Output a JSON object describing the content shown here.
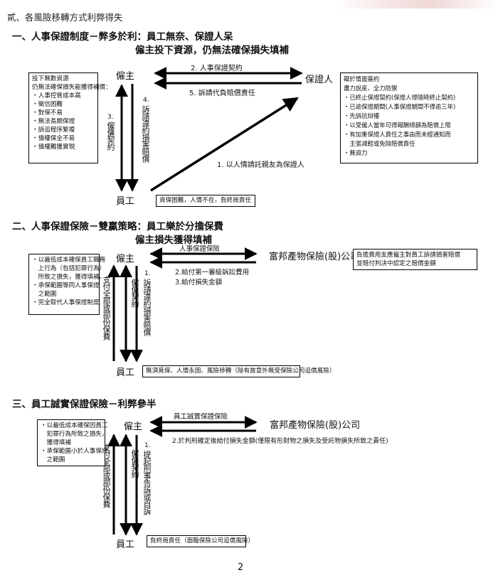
{
  "header": {
    "section_title": "貳、各風險移轉方式利弊得失"
  },
  "section1": {
    "title": "一、人事保證制度－弊多於利：員工無奈、保證人呆",
    "subtitle": "僱主投下資源，仍無法確保損失填補",
    "employer": "僱主",
    "guarantor": "保證人",
    "employee": "員工",
    "arrow_2": "2. 人事保證契約",
    "arrow_5": "5. 訴請代負賠償責任",
    "arrow_1": "1. 以人情請託親友為保證人",
    "arrow_3": "3.",
    "arrow_3_text": "僱傭契約",
    "arrow_4": "4.",
    "arrow_4_text": "訴請違約損害賠償",
    "left_box": {
      "lines": [
        "投下無數資源",
        "仍無法確保損失能獲得補償：",
        "・人事控管成本高",
        "・徵信困難",
        "・對保不易",
        "・無法長期保證",
        "・訴追程序繁複",
        "・債權保全不易",
        "・債權難獲實現"
      ]
    },
    "right_box": {
      "lines": [
        "礙於情面簽約",
        "盡力說産、全力防禦",
        "・已終止保證契約(保證人得隨時終止契約)",
        "・已逾保證期間(人事保證期間不得逾三年)",
        "・先訴抗辯權",
        "・以受僱人當年可得報酬總額為賠償上限",
        "・有加重保證人責任之事由而未經通知而",
        "　主張減輕或免除賠償責任",
        "・無資力"
      ]
    },
    "employee_box": "資保困難，人情不在，負終局責任"
  },
  "section2": {
    "title": "二、人事保證保險－雙贏策略：員工樂於分擔保費",
    "subtitle": "僱主損失獲得填補",
    "employer": "僱主",
    "insurer": "富邦產物保險(股)公司",
    "employee": "員工",
    "arrow_top": "人事保證保險",
    "arrow_2": "2.給付第一審級訴訟費用",
    "arrow_3": "3.給付損失金額",
    "arrow_1": "1.",
    "arrow_1_text": "訴請違約損害賠償",
    "left_vert_text": "支付全部或部份保費",
    "contract_text": "僱傭契約",
    "left_box": {
      "lines": [
        "・以最低成本確保員工職務",
        "　上行為（包括犯罪行為）",
        "　所致之損失，獲得填補。",
        "・承保範圍等同人事保證",
        "　之範圍",
        "・完全取代人事保證制度"
      ]
    },
    "right_box": {
      "lines": [
        "負擔費用支應僱主對員工訴請損害賠償",
        "並賠付判決中認定之賠償金額"
      ]
    },
    "employee_box": "無須覓保、人情永固、風險移轉（除有故意外無受保險公司追償風險）"
  },
  "section3": {
    "title": "三、員工誠實保證保險－利弊參半",
    "employer": "僱主",
    "insurer": "富邦產物保險(股)公司",
    "employee": "員工",
    "arrow_top": "員工誠實保證保險",
    "arrow_2": "2.於判刑確定後給付損失金額(僅限有形財物之損失及受託物損失所致之責任)",
    "arrow_1": "1.",
    "arrow_1_text": "提起刑事告訴或自訴",
    "left_vert_text": "支付全部或部份保費",
    "contract_text": "僱傭契約",
    "left_box": {
      "lines": [
        "・以最低成本確保因員工",
        "　犯罪行為所致之損失，",
        "　獲得填補",
        "・承保範圍小於人事保證",
        "　之範圍"
      ]
    },
    "employee_box": "負終局責任（面臨保險公司追償風險）"
  },
  "footer": {
    "page_number": "2"
  }
}
